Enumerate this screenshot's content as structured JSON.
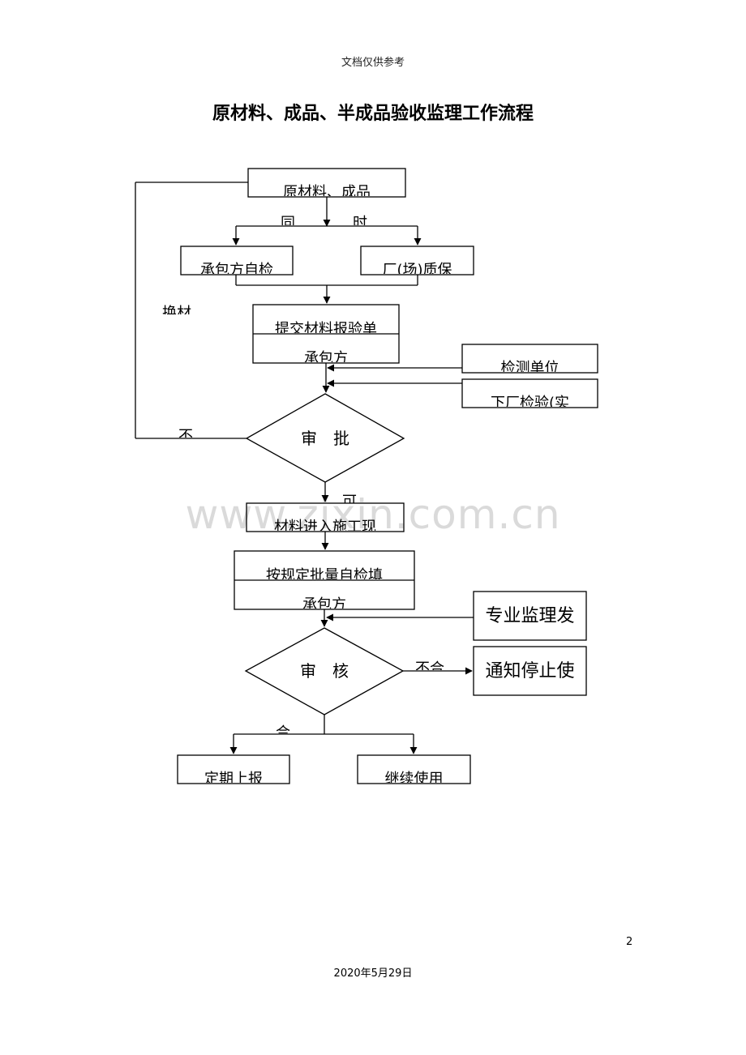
{
  "header": "文档仅供参考",
  "title": "原材料、成品、半成品验收监理工作流程",
  "watermark": "www.zixin.com.cn",
  "page_number": "2",
  "footer_date": "2020年5月29日",
  "nodes": {
    "start": "原材料、成品",
    "contractor_self_check": "承包方自检",
    "factory_quality": "厂(场)质保",
    "submit_report": "提交材料报验单",
    "submit_report_by": "承包方",
    "testing_unit": "检测单位",
    "lab_sample": "下厂检验(实",
    "approve": "审　批",
    "enter_site": "材料进入施工现",
    "periodic_report": "按规定批量自检填",
    "periodic_report_by": "承包方",
    "specialist_issue": "专业监理发",
    "review": "审　核",
    "notify_stop": "通知停止使",
    "regular_report": "定期上报",
    "continue_use": "继续使用"
  },
  "edge_labels": {
    "same_time": "同",
    "same_time_right": "时",
    "change_material": "换材",
    "reject": "不",
    "approve_yes": "可",
    "unqualified": "不合",
    "qualified": "合"
  }
}
